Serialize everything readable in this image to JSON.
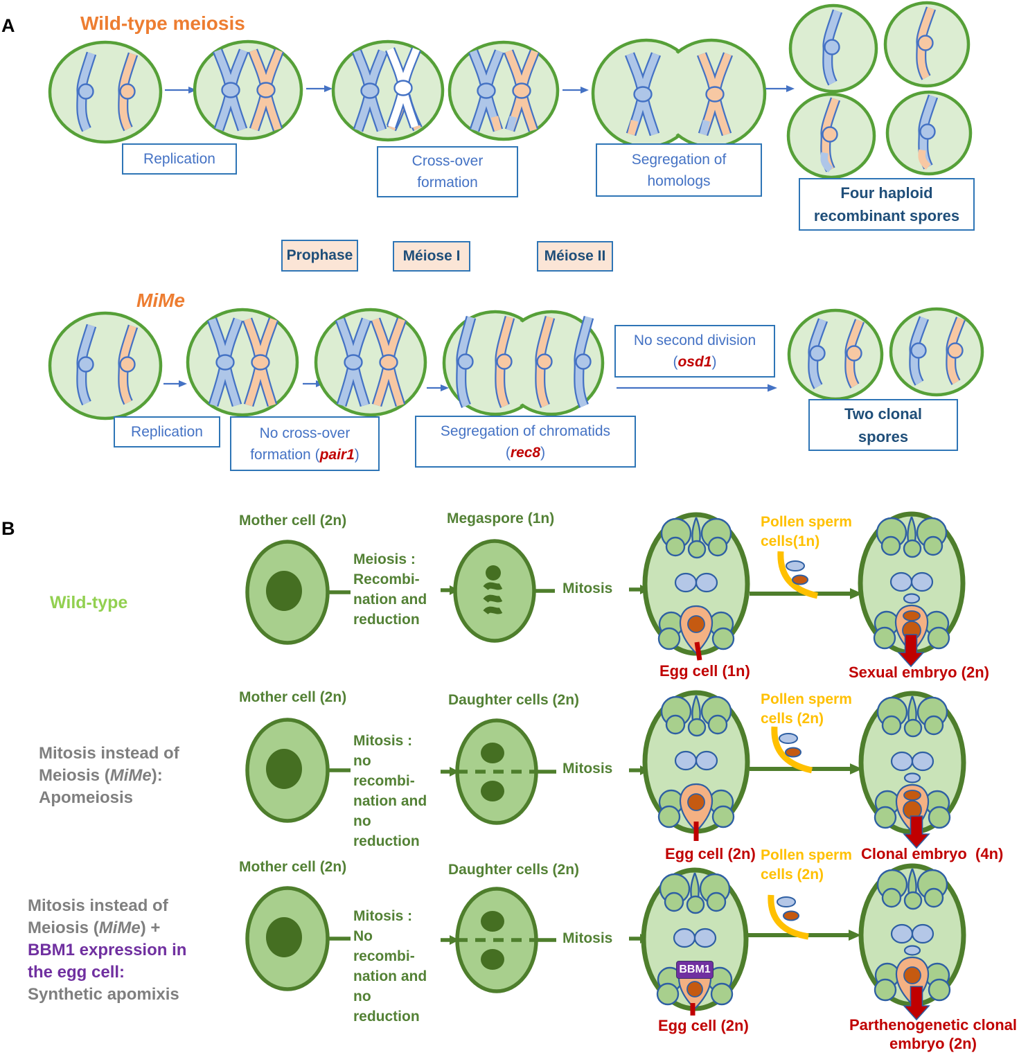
{
  "colors": {
    "orange_title": "#ED7D31",
    "chrom_blue": "#AEC6E8",
    "chrom_orange": "#F7C8A3",
    "chrom_border": "#4472C4",
    "cell_fill": "#DCEDD2",
    "cell_border": "#56A038",
    "box_border": "#2E75B6",
    "box_text": "#4472C4",
    "box_text_bold": "#1F4E79",
    "phase_fill": "#FBE5D6",
    "gene_red": "#C00000",
    "green_dark": "#4E7E2C",
    "green_text": "#538135",
    "cellb_fill": "#A8CF8D",
    "sac_fill": "#C9E3B8",
    "nucleus_green": "#456F22",
    "blue_outline": "#2E5FA3",
    "polar_blue": "#B4C7E7",
    "egg_orange": "#F4B183",
    "egg_nucleus": "#C55A11",
    "wildtype_green": "#92D050",
    "gray_text": "#7F7F7F",
    "purple": "#7030A0",
    "pollen_yellow": "#FFC000",
    "red": "#C00000"
  },
  "a": {
    "label": "A",
    "title": "Wild-type meiosis",
    "replication": "Replication",
    "crossover": [
      "Cross-over",
      "formation"
    ],
    "segregation_homologs": [
      "Segregation of",
      "homologs"
    ],
    "four_haploid": [
      "Four haploid",
      "recombinant spores"
    ],
    "phases": [
      "Prophase",
      "Méiose I",
      "Méiose II"
    ],
    "mime": {
      "title": "MiMe",
      "replication": "Replication",
      "no_crossover": {
        "line1": "No cross-over",
        "pre": "formation (",
        "gene": "pair1",
        "post": ")"
      },
      "seg_chromatids": {
        "line1": "Segregation of chromatids",
        "pre": "(",
        "gene": "rec8",
        "post": ")"
      },
      "no_second": {
        "line1": "No second division",
        "pre": "(",
        "gene": "osd1",
        "post": ")"
      },
      "two_clonal": [
        "Two clonal",
        "spores"
      ]
    }
  },
  "b": {
    "label": "B",
    "rows": [
      {
        "name": "Wild-type",
        "mother": "Mother cell (2n)",
        "process": [
          "Meiosis :",
          "Recombi-",
          "nation and",
          "reduction"
        ],
        "stage2": "Megaspore (1n)",
        "mitosis": "Mitosis",
        "egg": "Egg cell (1n)",
        "pollen": [
          "Pollen sperm",
          "cells(1n)"
        ],
        "embryo": "Sexual embryo (2n)"
      },
      {
        "name1": "Mitosis instead of",
        "name2_pre": "Meiosis (",
        "name2_it": "MiMe",
        "name2_post": "):",
        "name3": "Apomeiosis",
        "mother": "Mother cell (2n)",
        "process": [
          "Mitosis :",
          "no",
          "recombi-",
          "nation and",
          "no",
          "reduction"
        ],
        "stage2": "Daughter cells (2n)",
        "mitosis": "Mitosis",
        "egg": "Egg cell (2n)",
        "pollen": [
          "Pollen sperm",
          "cells (2n)"
        ],
        "embryo": "Clonal embryo  (4n)"
      },
      {
        "name1": "Mitosis instead of",
        "name2_pre": "Meiosis (",
        "name2_it": "MiMe",
        "name2_post": ") +",
        "name3": "BBM1 expression in",
        "name4": "the egg cell:",
        "name5": "Synthetic apomixis",
        "mother": "Mother cell (2n)",
        "process": [
          "Mitosis :",
          "No",
          "recombi-",
          "nation and",
          "no",
          "reduction"
        ],
        "stage2": "Daughter cells (2n)",
        "mitosis": "Mitosis",
        "egg": "Egg cell (2n)",
        "pollen": [
          "Pollen sperm",
          "cells (2n)"
        ],
        "bbm1": "BBM1",
        "embryo": [
          "Parthenogenetic clonal",
          "embryo (2n)"
        ]
      }
    ]
  }
}
